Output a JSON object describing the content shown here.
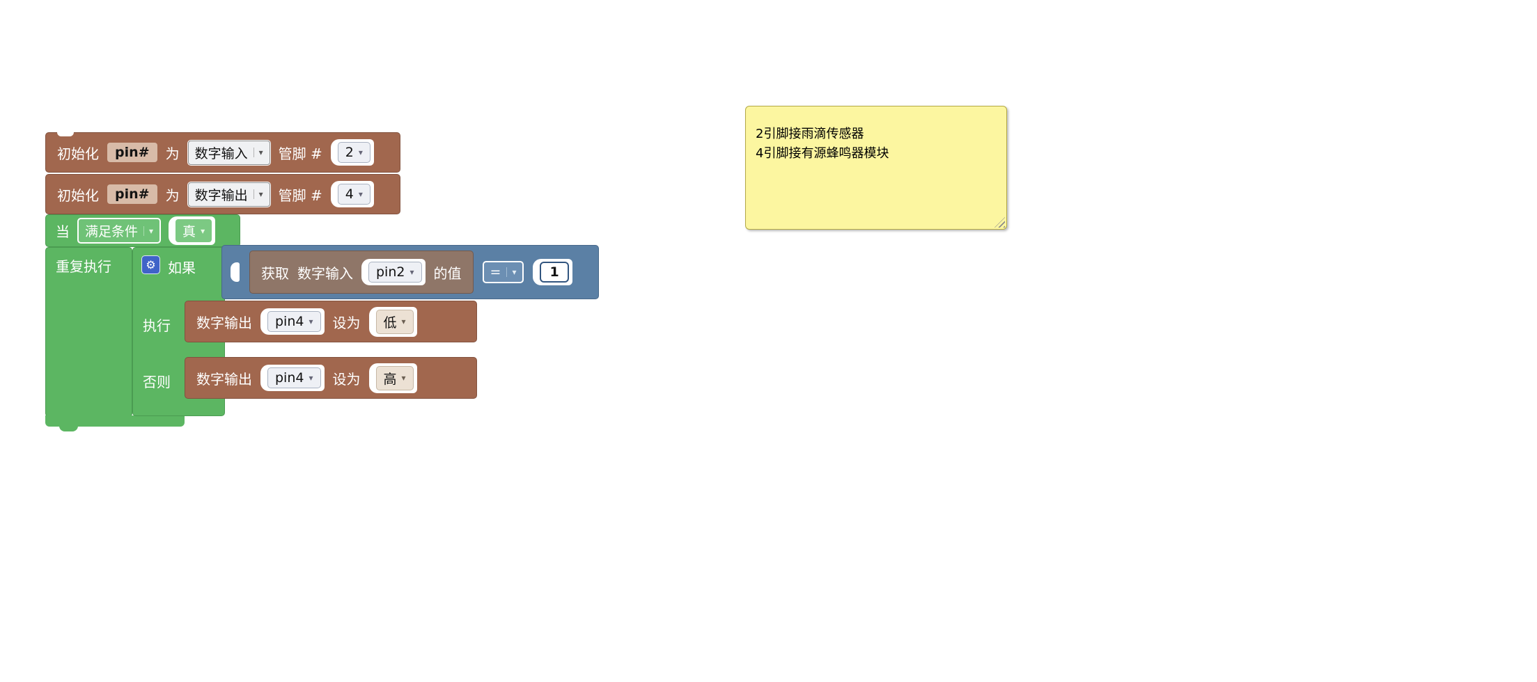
{
  "ui": {
    "arrow": "▾",
    "gear": "⚙"
  },
  "workspace": {
    "blocks": {
      "init_input": {
        "init": "初始化",
        "var": "pin#",
        "as": "为",
        "mode": "数字输入",
        "pin_label": "管脚 #",
        "pin": "2"
      },
      "init_output": {
        "init": "初始化",
        "var": "pin#",
        "as": "为",
        "mode": "数字输出",
        "pin_label": "管脚 #",
        "pin": "4"
      },
      "while": {
        "when": "当",
        "condition": "满足条件",
        "value": "真"
      },
      "repeat": {
        "label": "重复执行"
      },
      "if": {
        "if_label": "如果",
        "do_label": "执行",
        "else_label": "否则"
      },
      "read": {
        "get": "获取",
        "type": "数字输入",
        "pin": "pin2",
        "suffix": "的值"
      },
      "compare": {
        "op": "=",
        "value": "1"
      },
      "set_low": {
        "type": "数字输出",
        "pin": "pin4",
        "set": "设为",
        "value": "低"
      },
      "set_high": {
        "type": "数字输出",
        "pin": "pin4",
        "set": "设为",
        "value": "高"
      }
    },
    "comment": {
      "line1": "2引脚接雨滴传感器",
      "line2": "4引脚接有源蜂鸣器模块"
    }
  }
}
